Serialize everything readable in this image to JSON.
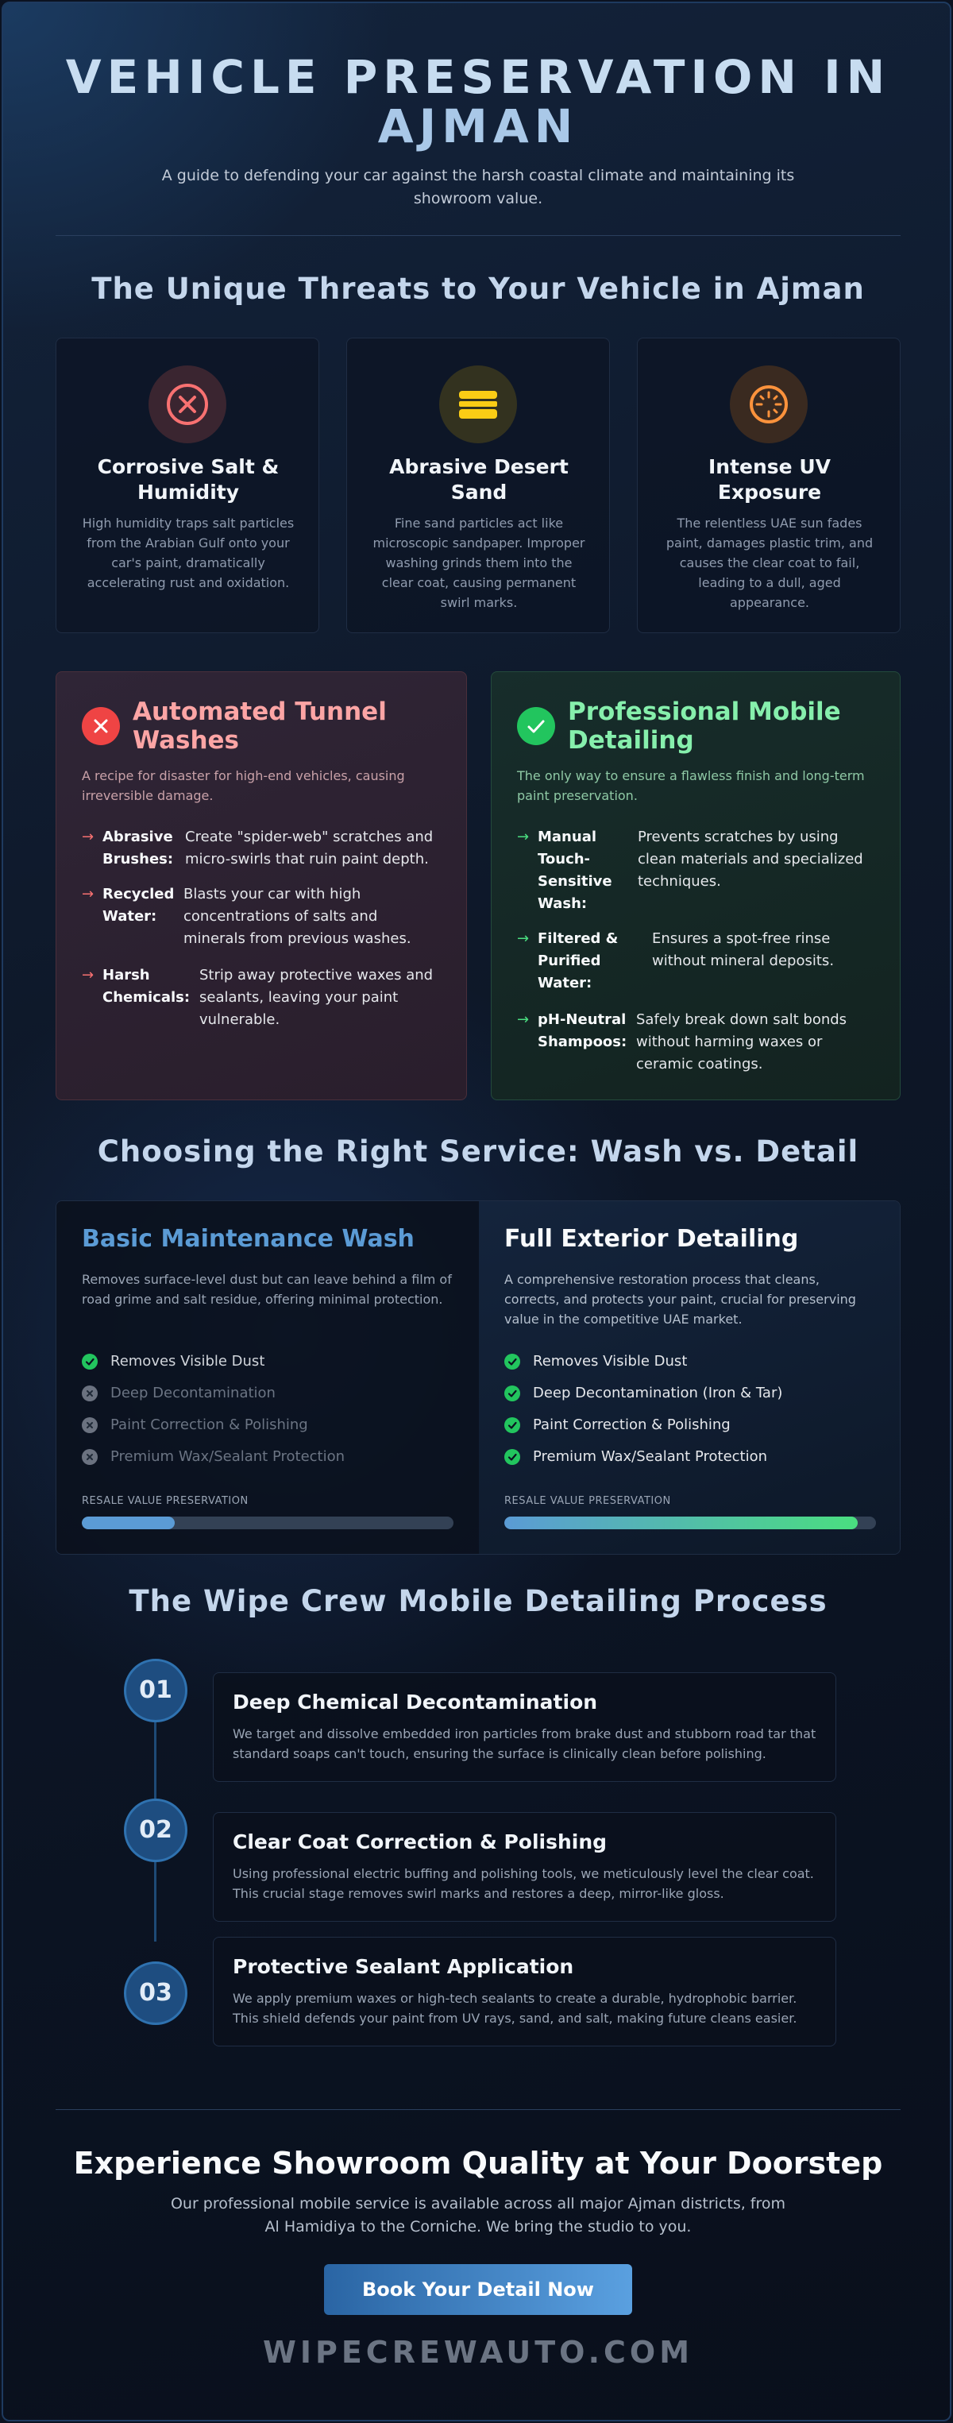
{
  "header": {
    "title_line1": "VEHICLE PRESERVATION IN",
    "title_line2": "AJMAN",
    "subtitle": "A guide to defending your car against the harsh coastal climate and maintaining its showroom value."
  },
  "threats": {
    "heading": "The Unique Threats to Your Vehicle in Ajman",
    "cards": [
      {
        "icon": "close-circle-icon",
        "title": "Corrosive Salt & Humidity",
        "text": "High humidity traps salt particles from the Arabian Gulf onto your car's paint, dramatically accelerating rust and oxidation."
      },
      {
        "icon": "sand-layers-icon",
        "title": "Abrasive Desert Sand",
        "text": "Fine sand particles act like microscopic sandpaper. Improper washing grinds them into the clear coat, causing permanent swirl marks."
      },
      {
        "icon": "sun-icon",
        "title": "Intense UV Exposure",
        "text": "The relentless UAE sun fades paint, damages plastic trim, and causes the clear coat to fail, leading to a dull, aged appearance."
      }
    ],
    "colors": {
      "red": "#f87171",
      "yellow": "#facc15",
      "orange": "#fb923c"
    }
  },
  "compare": {
    "bad": {
      "title": "Automated Tunnel Washes",
      "lead": "A recipe for disaster for high-end vehicles, causing irreversible damage.",
      "items": [
        {
          "label": "Abrasive Brushes:",
          "desc": "Create \"spider-web\" scratches and micro-swirls that ruin paint depth."
        },
        {
          "label": "Recycled Water:",
          "desc": "Blasts your car with high concentrations of salts and minerals from previous washes."
        },
        {
          "label": "Harsh Chemicals:",
          "desc": "Strip away protective waxes and sealants, leaving your paint vulnerable."
        }
      ]
    },
    "good": {
      "title": "Professional Mobile Detailing",
      "lead": "The only way to ensure a flawless finish and long-term paint preservation.",
      "items": [
        {
          "label": "Manual Touch-Sensitive Wash:",
          "desc": "Prevents scratches by using clean materials and specialized techniques."
        },
        {
          "label": "Filtered & Purified Water:",
          "desc": "Ensures a spot-free rinse without mineral deposits."
        },
        {
          "label": "pH-Neutral Shampoos:",
          "desc": "Safely break down salt bonds without harming waxes or ceramic coatings."
        }
      ]
    }
  },
  "services": {
    "heading": "Choosing the Right Service: Wash vs. Detail",
    "basic": {
      "title": "Basic Maintenance Wash",
      "desc": "Removes surface-level dust but can leave behind a film of road grime and salt residue, offering minimal protection.",
      "features": [
        {
          "text": "Removes Visible Dust",
          "included": true
        },
        {
          "text": "Deep Decontamination",
          "included": false
        },
        {
          "text": "Paint Correction & Polishing",
          "included": false
        },
        {
          "text": "Premium Wax/Sealant Protection",
          "included": false
        }
      ],
      "bar_label": "RESALE VALUE PRESERVATION",
      "preservation_percent": 25
    },
    "full": {
      "title": "Full Exterior Detailing",
      "desc": "A comprehensive restoration process that cleans, corrects, and protects your paint, crucial for preserving value in the competitive UAE market.",
      "features": [
        {
          "text": "Removes Visible Dust",
          "included": true
        },
        {
          "text": "Deep Decontamination (Iron & Tar)",
          "included": true
        },
        {
          "text": "Paint Correction & Polishing",
          "included": true
        },
        {
          "text": "Premium Wax/Sealant Protection",
          "included": true
        }
      ],
      "bar_label": "RESALE VALUE PRESERVATION",
      "preservation_percent": 95
    }
  },
  "process": {
    "heading": "The Wipe Crew Mobile Detailing Process",
    "steps": [
      {
        "num": "01",
        "title": "Deep Chemical Decontamination",
        "text": "We target and dissolve embedded iron particles from brake dust and stubborn road tar that standard soaps can't touch, ensuring the surface is clinically clean before polishing."
      },
      {
        "num": "02",
        "title": "Clear Coat Correction & Polishing",
        "text": "Using professional electric buffing and polishing tools, we meticulously level the clear coat. This crucial stage removes swirl marks and restores a deep, mirror-like gloss."
      },
      {
        "num": "03",
        "title": "Protective Sealant Application",
        "text": "We apply premium waxes or high-tech sealants to create a durable, hydrophobic barrier. This shield defends your paint from UV rays, sand, and salt, making future cleans easier."
      }
    ]
  },
  "cta": {
    "title": "Experience Showroom Quality at Your Doorstep",
    "text": "Our professional mobile service is available across all major Ajman districts, from Al Hamidiya to the Corniche. We bring the studio to you.",
    "button": "Book Your Detail Now",
    "domain": "WIPECREWAUTO.COM"
  }
}
